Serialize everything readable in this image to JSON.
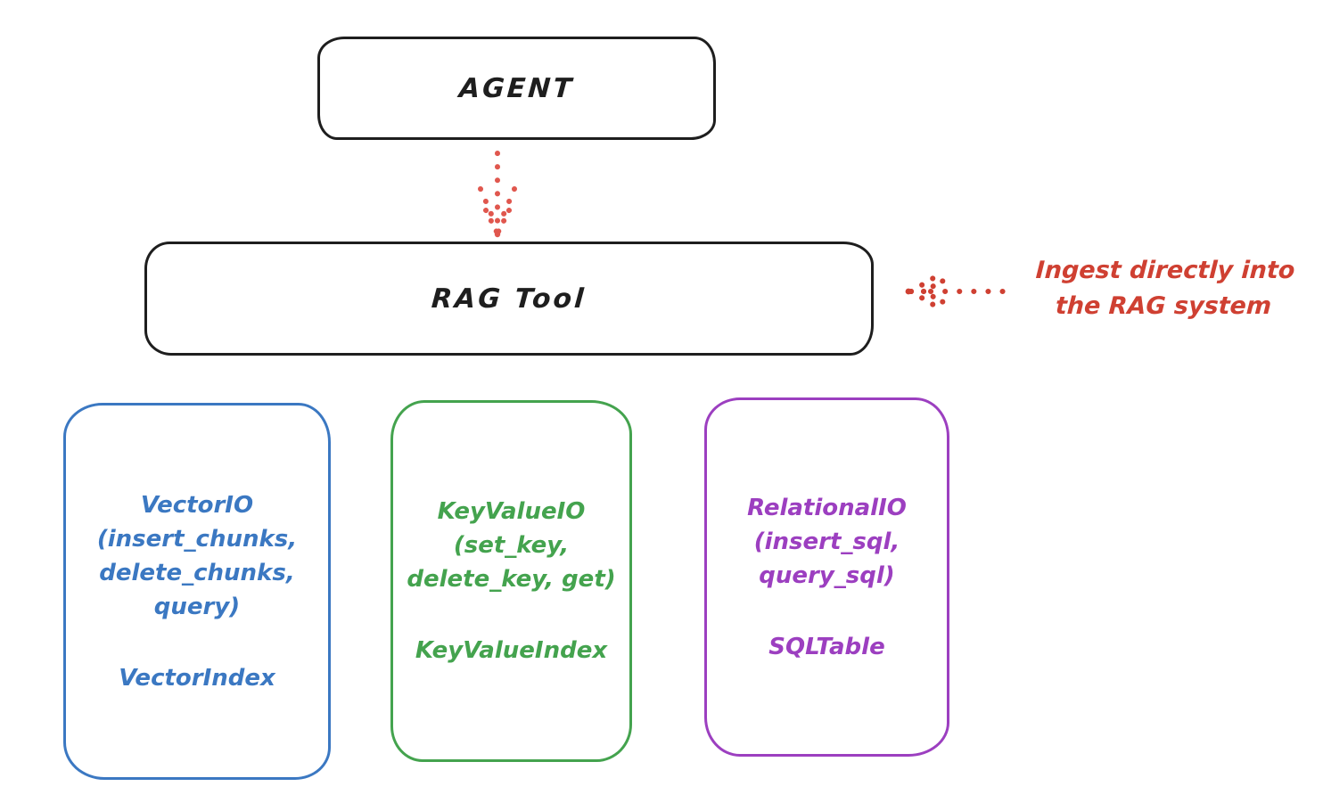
{
  "diagram": {
    "title_hint": "RAG Tool architecture sketch",
    "agent_box": {
      "label": "AGENT"
    },
    "rag_tool_box": {
      "label": "RAG Tool"
    },
    "annotation": {
      "line1": "Ingest directly into",
      "line2": "the RAG system"
    },
    "arrows": [
      {
        "name": "agent-to-rag-arrow",
        "style": "dotted",
        "direction": "down",
        "color": "#e0574e"
      },
      {
        "name": "annotation-to-rag-arrow",
        "style": "dotted",
        "direction": "left",
        "color": "#cf4032"
      }
    ],
    "cards": [
      {
        "id": "vector-io",
        "lines": [
          "VectorIO",
          "(insert_chunks,",
          "delete_chunks,",
          "query)"
        ],
        "index_label": "VectorIndex",
        "color": "#3b78c2"
      },
      {
        "id": "key-value-io",
        "lines": [
          "KeyValueIO",
          "(set_key,",
          "delete_key, get)"
        ],
        "index_label": "KeyValueIndex",
        "color": "#44a34e"
      },
      {
        "id": "relational-io",
        "lines": [
          "RelationalIO",
          "(insert_sql,",
          "query_sql)"
        ],
        "index_label": "SQLTable",
        "color": "#9c3fc0"
      }
    ],
    "colors": {
      "stroke_black": "#1e1e1e",
      "arrow_red": "#e0574e",
      "annotation_red": "#cf4032",
      "vector_blue": "#3b78c2",
      "keyvalue_green": "#44a34e",
      "relational_purple": "#9c3fc0",
      "background": "#ffffff"
    }
  }
}
